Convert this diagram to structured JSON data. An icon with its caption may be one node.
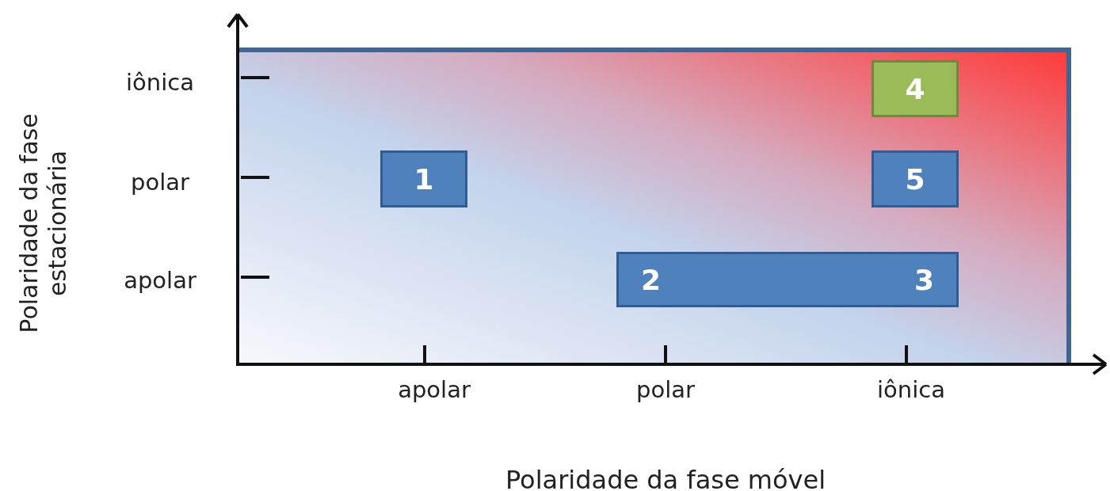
{
  "diagram": {
    "nodes": [
      {
        "text": [
          "4"
        ]
      },
      {
        "text": [
          "1"
        ]
      },
      {
        "text": [
          "5"
        ]
      },
      {
        "text": [
          "2",
          "3"
        ]
      }
    ],
    "edges": [],
    "labels": [
      "Polaridade da fase estacionária",
      "iônica",
      "polar",
      "apolar",
      "apolar",
      "polar",
      "iônica",
      "Polaridade da fase móvel"
    ]
  }
}
